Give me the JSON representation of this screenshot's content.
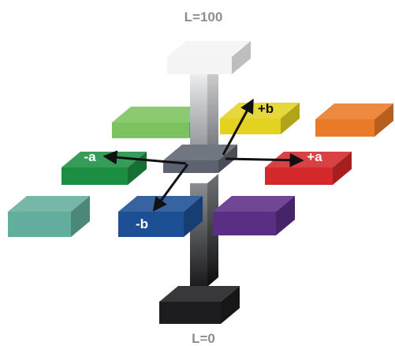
{
  "labels": {
    "top": "L=100",
    "bottom": "L=0",
    "plus_a": "+a",
    "minus_a": "-a",
    "plus_b": "+b",
    "minus_b": "-b"
  },
  "colors": {
    "white": "#f4f4f4",
    "light_green": "#7cc35f",
    "yellow": "#e3d21f",
    "orange": "#ea7a28",
    "green": "#1c8e42",
    "red": "#d4282a",
    "teal": "#63ad9c",
    "blue": "#1c4f93",
    "purple": "#5b2e86",
    "gray_center": "#5d6470",
    "black_bottom": "#1d1d1f",
    "arrow": "#111111"
  }
}
